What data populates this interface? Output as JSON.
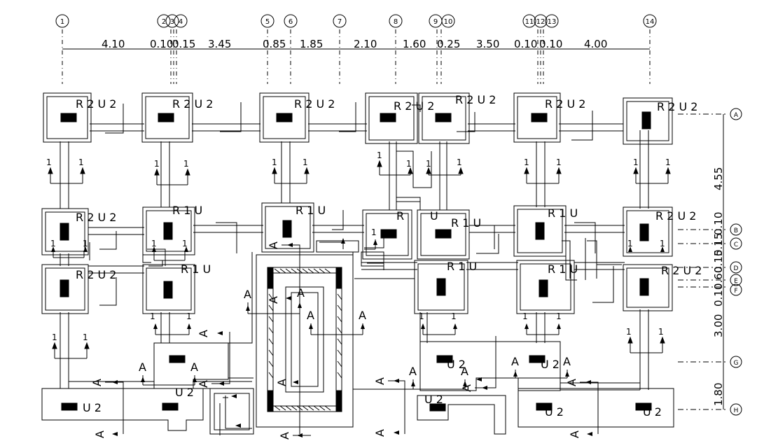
{
  "top_gridlines": [
    "1",
    "2",
    "3",
    "4",
    "5",
    "6",
    "7",
    "8",
    "9",
    "10",
    "11",
    "12",
    "13",
    "14"
  ],
  "top_dimensions": [
    "4.10",
    "0.10",
    "0.15",
    "3.45",
    "0.85",
    "1.85",
    "2.10",
    "1.60",
    "0.25",
    "3.50",
    "0.10",
    "0.10",
    "4.00"
  ],
  "right_gridlines": [
    "A",
    "B",
    "C",
    "D",
    "E",
    "F",
    "G",
    "H"
  ],
  "right_dimensions": [
    "4.55",
    "0.10",
    "0.15",
    "0.15",
    "0.60",
    "0.10",
    "3.00",
    "1.80"
  ],
  "footing_labels": {
    "r2u2": "R 2 U 2",
    "r1u": "R 1 U",
    "u2": "U 2",
    "r": "R",
    "u": "U"
  },
  "section_marks": {
    "one": "1",
    "a": "A"
  }
}
